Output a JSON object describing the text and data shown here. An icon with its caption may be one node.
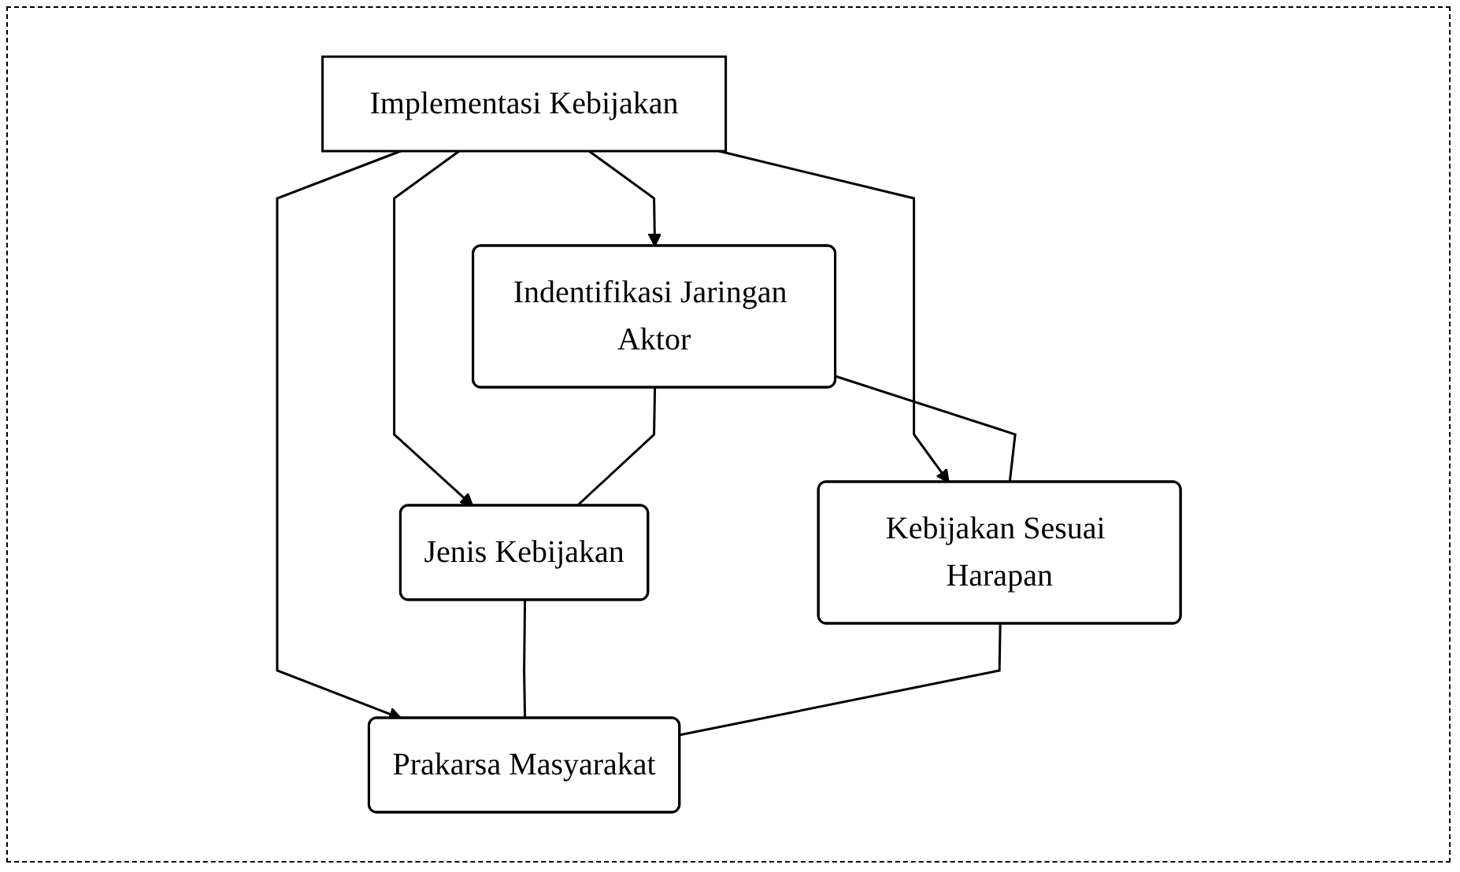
{
  "diagram": {
    "nodes": [
      {
        "text": [
          "Implementasi Kebijakan"
        ]
      },
      {
        "text": [
          "Indentifikasi Jaringan Aktor"
        ]
      },
      {
        "text": [
          "Jenis Kebijakan"
        ]
      },
      {
        "text": [
          "Kebijakan Sesuai Harapan"
        ]
      },
      {
        "text": [
          "Prakarsa Masyarakat"
        ]
      }
    ],
    "edges": [
      {
        "from": 0,
        "to": 1,
        "arrow": "to"
      },
      {
        "from": 0,
        "to": 2,
        "arrow": "to"
      },
      {
        "from": 0,
        "to": 3,
        "arrow": "to"
      },
      {
        "from": 0,
        "to": 4,
        "arrow": "to"
      },
      {
        "from": 1,
        "to": 2,
        "arrow": "none"
      },
      {
        "from": 1,
        "to": 3,
        "arrow": "none"
      },
      {
        "from": 2,
        "to": 4,
        "arrow": "none"
      },
      {
        "from": 3,
        "to": 4,
        "arrow": "none"
      }
    ]
  }
}
